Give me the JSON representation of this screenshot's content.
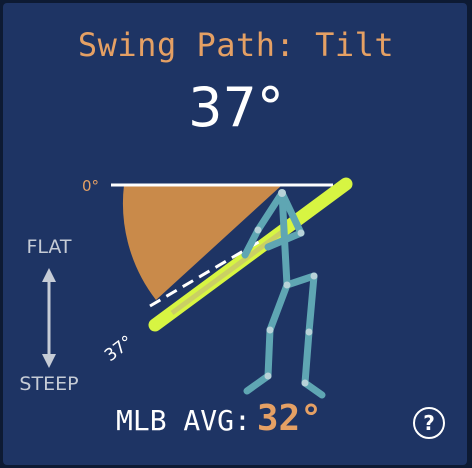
{
  "panel": {
    "title": "Swing Path: Tilt",
    "angle_display": "37°",
    "zero_label": "0°",
    "arc_angle_label": "37°",
    "scale_top_label": "FLAT",
    "scale_bottom_label": "STEEP",
    "mlb_avg_label": "MLB AVG:",
    "mlb_avg_value": "32°",
    "help_label": "?"
  },
  "colors": {
    "background": "#1e3464",
    "accent_orange": "#e5a064",
    "arc_fill": "#c98a4a",
    "bat_line": "#d7f542",
    "skeleton": "#5fa6b3"
  },
  "icons": {
    "scale_arrow": "double-vertical-arrow",
    "help": "question-circle-icon"
  }
}
